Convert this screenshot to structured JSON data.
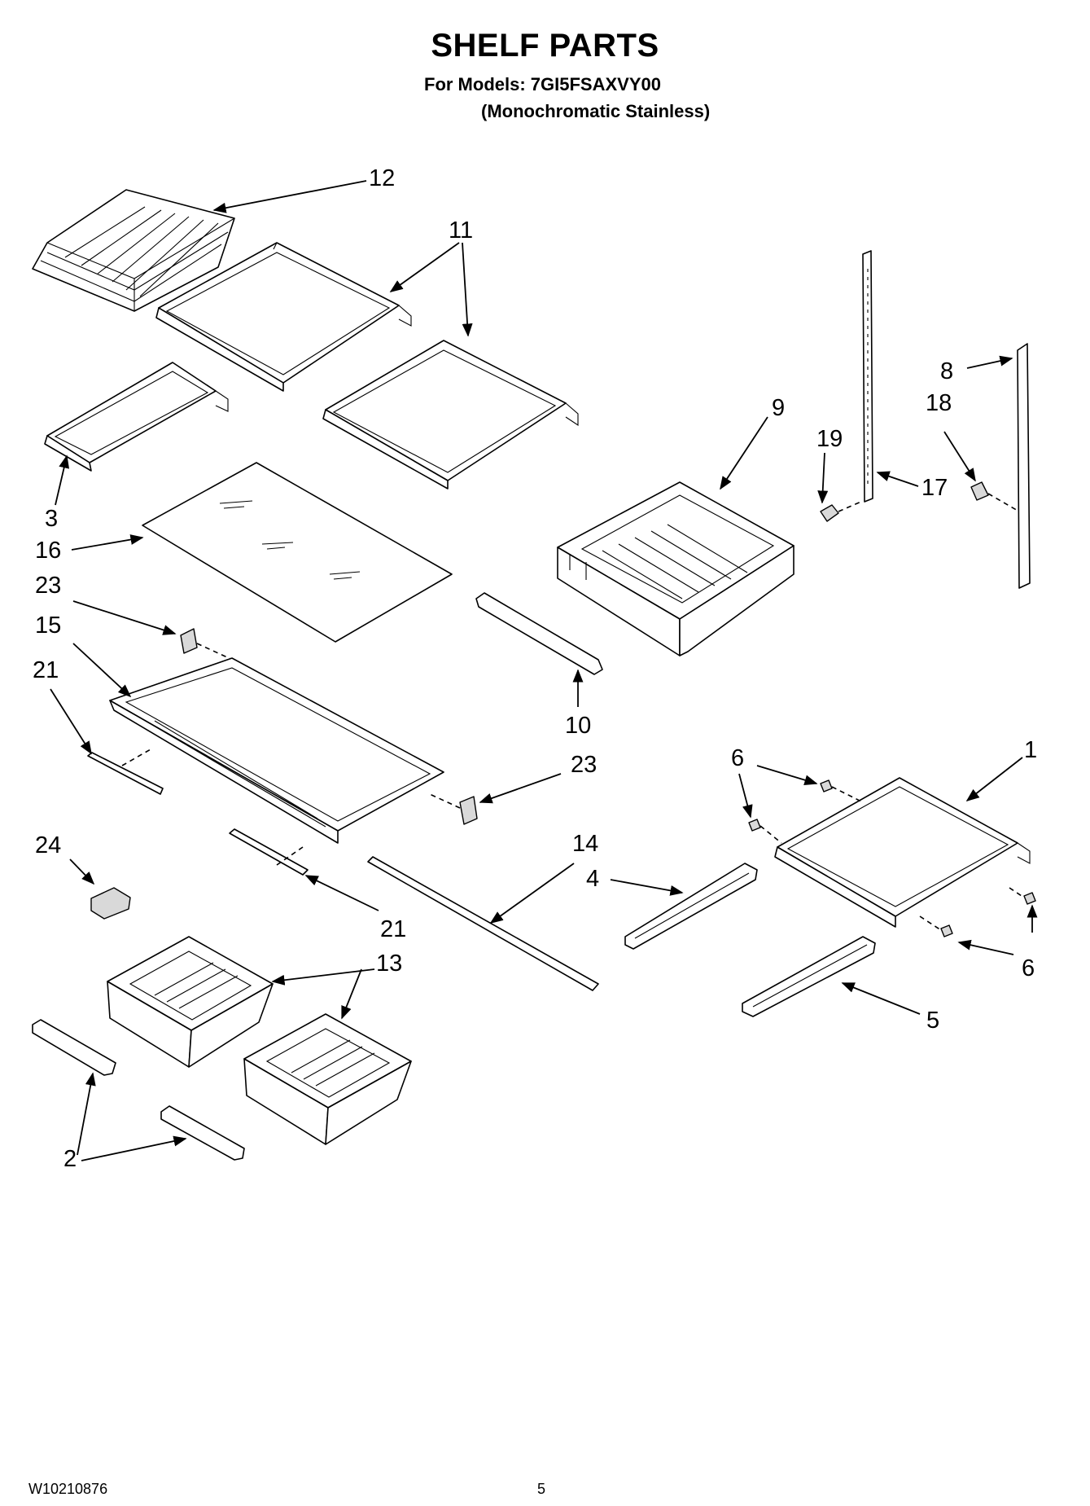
{
  "header": {
    "title": "SHELF PARTS",
    "models_line": "For Models: 7GI5FSAXVY00",
    "variant_line": "(Monochromatic Stainless)"
  },
  "footer": {
    "document_number": "W10210876",
    "page_number": "5"
  },
  "callouts": {
    "c1": "1",
    "c2a": "2",
    "c3": "3",
    "c4": "4",
    "c5": "5",
    "c6a": "6",
    "c6b": "6",
    "c8": "8",
    "c9": "9",
    "c10": "10",
    "c11": "11",
    "c12": "12",
    "c13": "13",
    "c14": "14",
    "c15": "15",
    "c16": "16",
    "c17": "17",
    "c18": "18",
    "c19": "19",
    "c21a": "21",
    "c21b": "21",
    "c23a": "23",
    "c23b": "23",
    "c24": "24"
  }
}
